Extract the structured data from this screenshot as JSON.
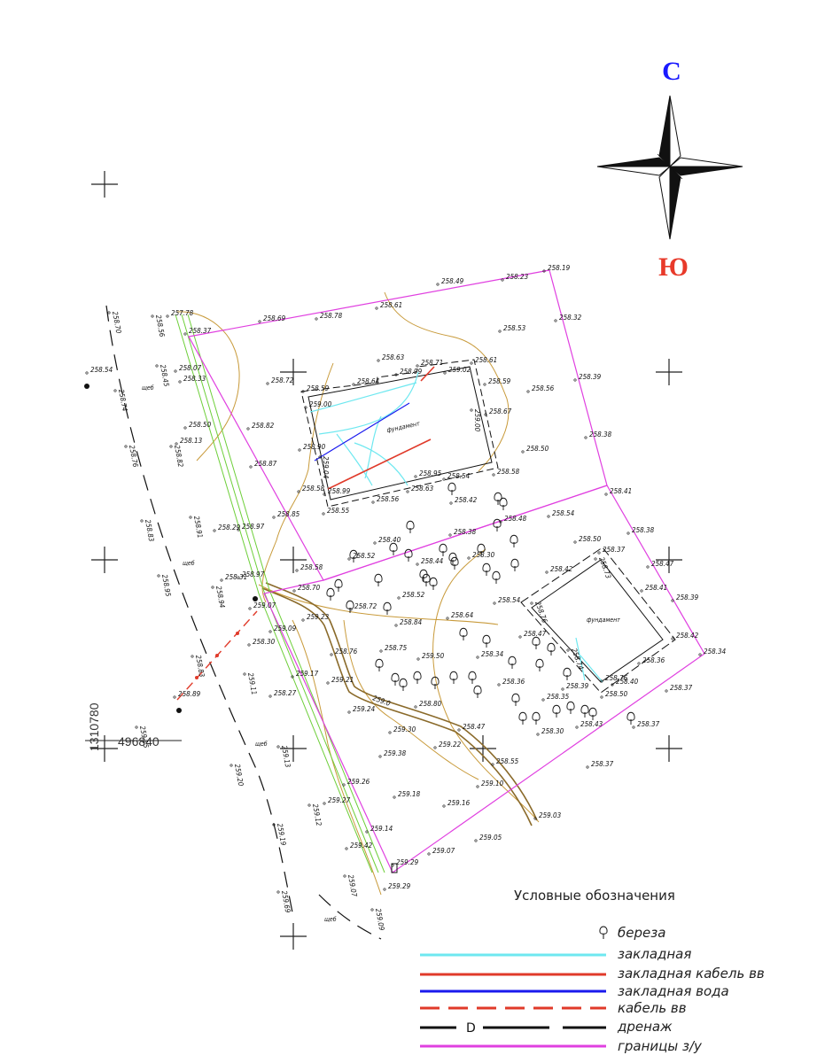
{
  "compass": {
    "north": "С",
    "south": "Ю",
    "north_color": "#1a1aff",
    "south_color": "#e83a2a"
  },
  "coords": {
    "x_label": "496840",
    "y_label": "1310780"
  },
  "foundation_labels": {
    "house1": "фундамент",
    "house2": "фундамент"
  },
  "surface_labels": [
    "щеб",
    "щеб",
    "щеб",
    "щеб"
  ],
  "stream_label": "259.0",
  "elevations": [
    "258.49",
    "258.23",
    "258.19",
    "258.32",
    "257.78",
    "258.37",
    "258.69",
    "258.78",
    "258.61",
    "258.53",
    "258.63",
    "258.71",
    "258.61",
    "258.72",
    "258.59",
    "258.64",
    "258.99",
    "259.02",
    "258.59",
    "258.56",
    "258.39",
    "259.00",
    "259.00",
    "258.67",
    "258.82",
    "258.38",
    "258.87",
    "258.90",
    "259.04",
    "258.50",
    "258.99",
    "258.58",
    "258.95",
    "258.54",
    "258.58",
    "258.56",
    "258.63",
    "258.55",
    "258.42",
    "258.41",
    "258.85",
    "258.48",
    "258.54",
    "258.38",
    "258.29",
    "258.97",
    "258.40",
    "258.38",
    "258.50",
    "258.37",
    "258.47",
    "258.52",
    "258.44",
    "258.30",
    "258.42",
    "258.73",
    "258.58",
    "258.97",
    "258.70",
    "258.52",
    "258.54",
    "258.76",
    "258.41",
    "258.72",
    "258.84",
    "258.64",
    "258.39",
    "259.07",
    "259.23",
    "259.09",
    "258.47",
    "258.42",
    "258.34",
    "258.75",
    "258.30",
    "258.76",
    "259.50",
    "258.34",
    "258.74",
    "258.36",
    "259.17",
    "259.21",
    "258.36",
    "258.39",
    "258.76",
    "258.40",
    "258.37",
    "258.35",
    "258.50",
    "259.24",
    "258.80",
    "258.43",
    "258.37",
    "259.15",
    "259.30",
    "258.47",
    "258.30",
    "258.27",
    "259.22",
    "259.38",
    "258.55",
    "258.37",
    "259.18",
    "259.26",
    "259.16",
    "259.10",
    "259.27",
    "259.03",
    "259.14",
    "259.05",
    "259.07",
    "259.42",
    "259.29",
    "259.29",
    "258.33",
    "258.07",
    "258.50",
    "258.13",
    "258.54",
    "258.89",
    "258.70",
    "258.74",
    "258.56",
    "258.45",
    "258.76",
    "258.82",
    "258.83",
    "258.91",
    "258.95",
    "258.94",
    "258.31",
    "258.83",
    "259.11",
    "259.13",
    "259.20",
    "259.19",
    "259.12",
    "259.69",
    "259.07",
    "259.09"
  ],
  "legend": {
    "title": "Условные обозначения",
    "items": [
      {
        "label": "береза",
        "symbol": "tree"
      },
      {
        "label": "закладная",
        "color": "#6ee8f0"
      },
      {
        "label": "закладная кабель вв",
        "color": "#e03a2a"
      },
      {
        "label": "закладная вода",
        "color": "#1a1aee"
      },
      {
        "label": "кабель вв",
        "color": "#e03a2a"
      },
      {
        "label": "дренаж",
        "color": "#111111",
        "marker": "D"
      },
      {
        "label": "границы з/у",
        "color": "#e040e0"
      }
    ]
  }
}
